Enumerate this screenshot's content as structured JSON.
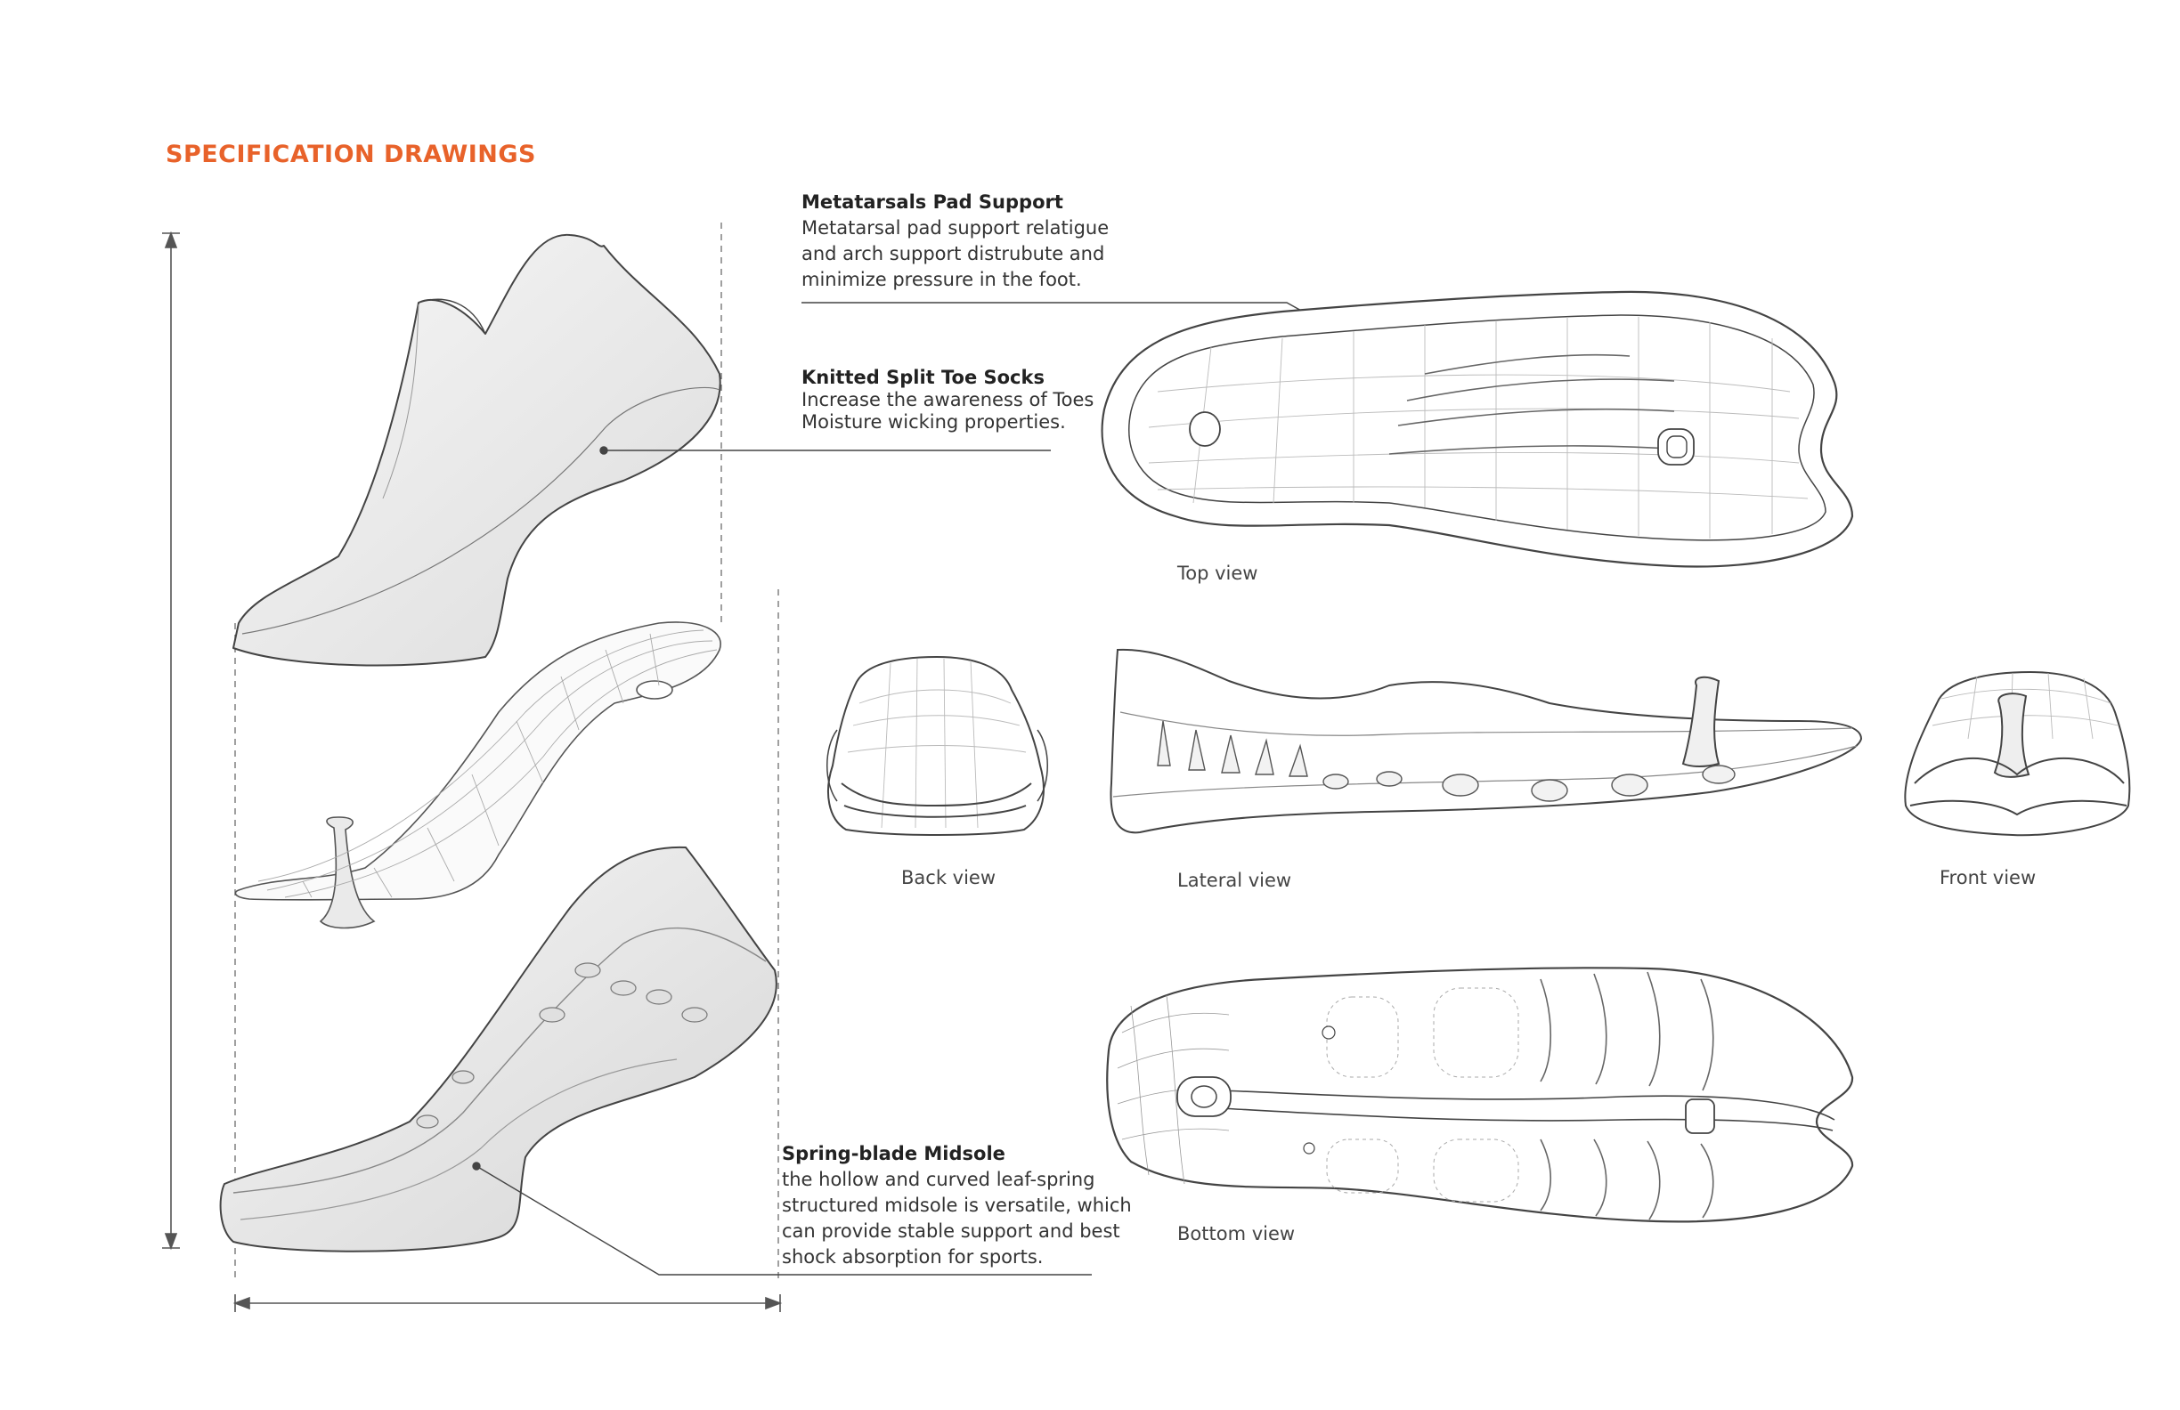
{
  "title": "SPECIFICATION DRAWINGS",
  "annotations": {
    "metatarsal": {
      "heading": "Metatarsals Pad Support",
      "lines": [
        "Metatarsal pad support relatigue",
        "and arch support distrubute and",
        "minimize pressure in the foot."
      ]
    },
    "socks": {
      "heading": "Knitted Split Toe Socks",
      "lines": [
        "Increase the awareness of Toes",
        "Moisture wicking properties."
      ]
    },
    "midsole": {
      "heading": "Spring-blade Midsole",
      "lines": [
        "the hollow and curved leaf-spring",
        "structured  midsole is versatile, which",
        "can provide stable support and best",
        "shock absorption for sports."
      ]
    }
  },
  "views": {
    "top": "Top view",
    "back": "Back view",
    "lateral": "Lateral view",
    "front": "Front view",
    "bottom": "Bottom view"
  },
  "colors": {
    "accent": "#e8622a",
    "line": "#555555",
    "fill": "#f2f2f2"
  }
}
